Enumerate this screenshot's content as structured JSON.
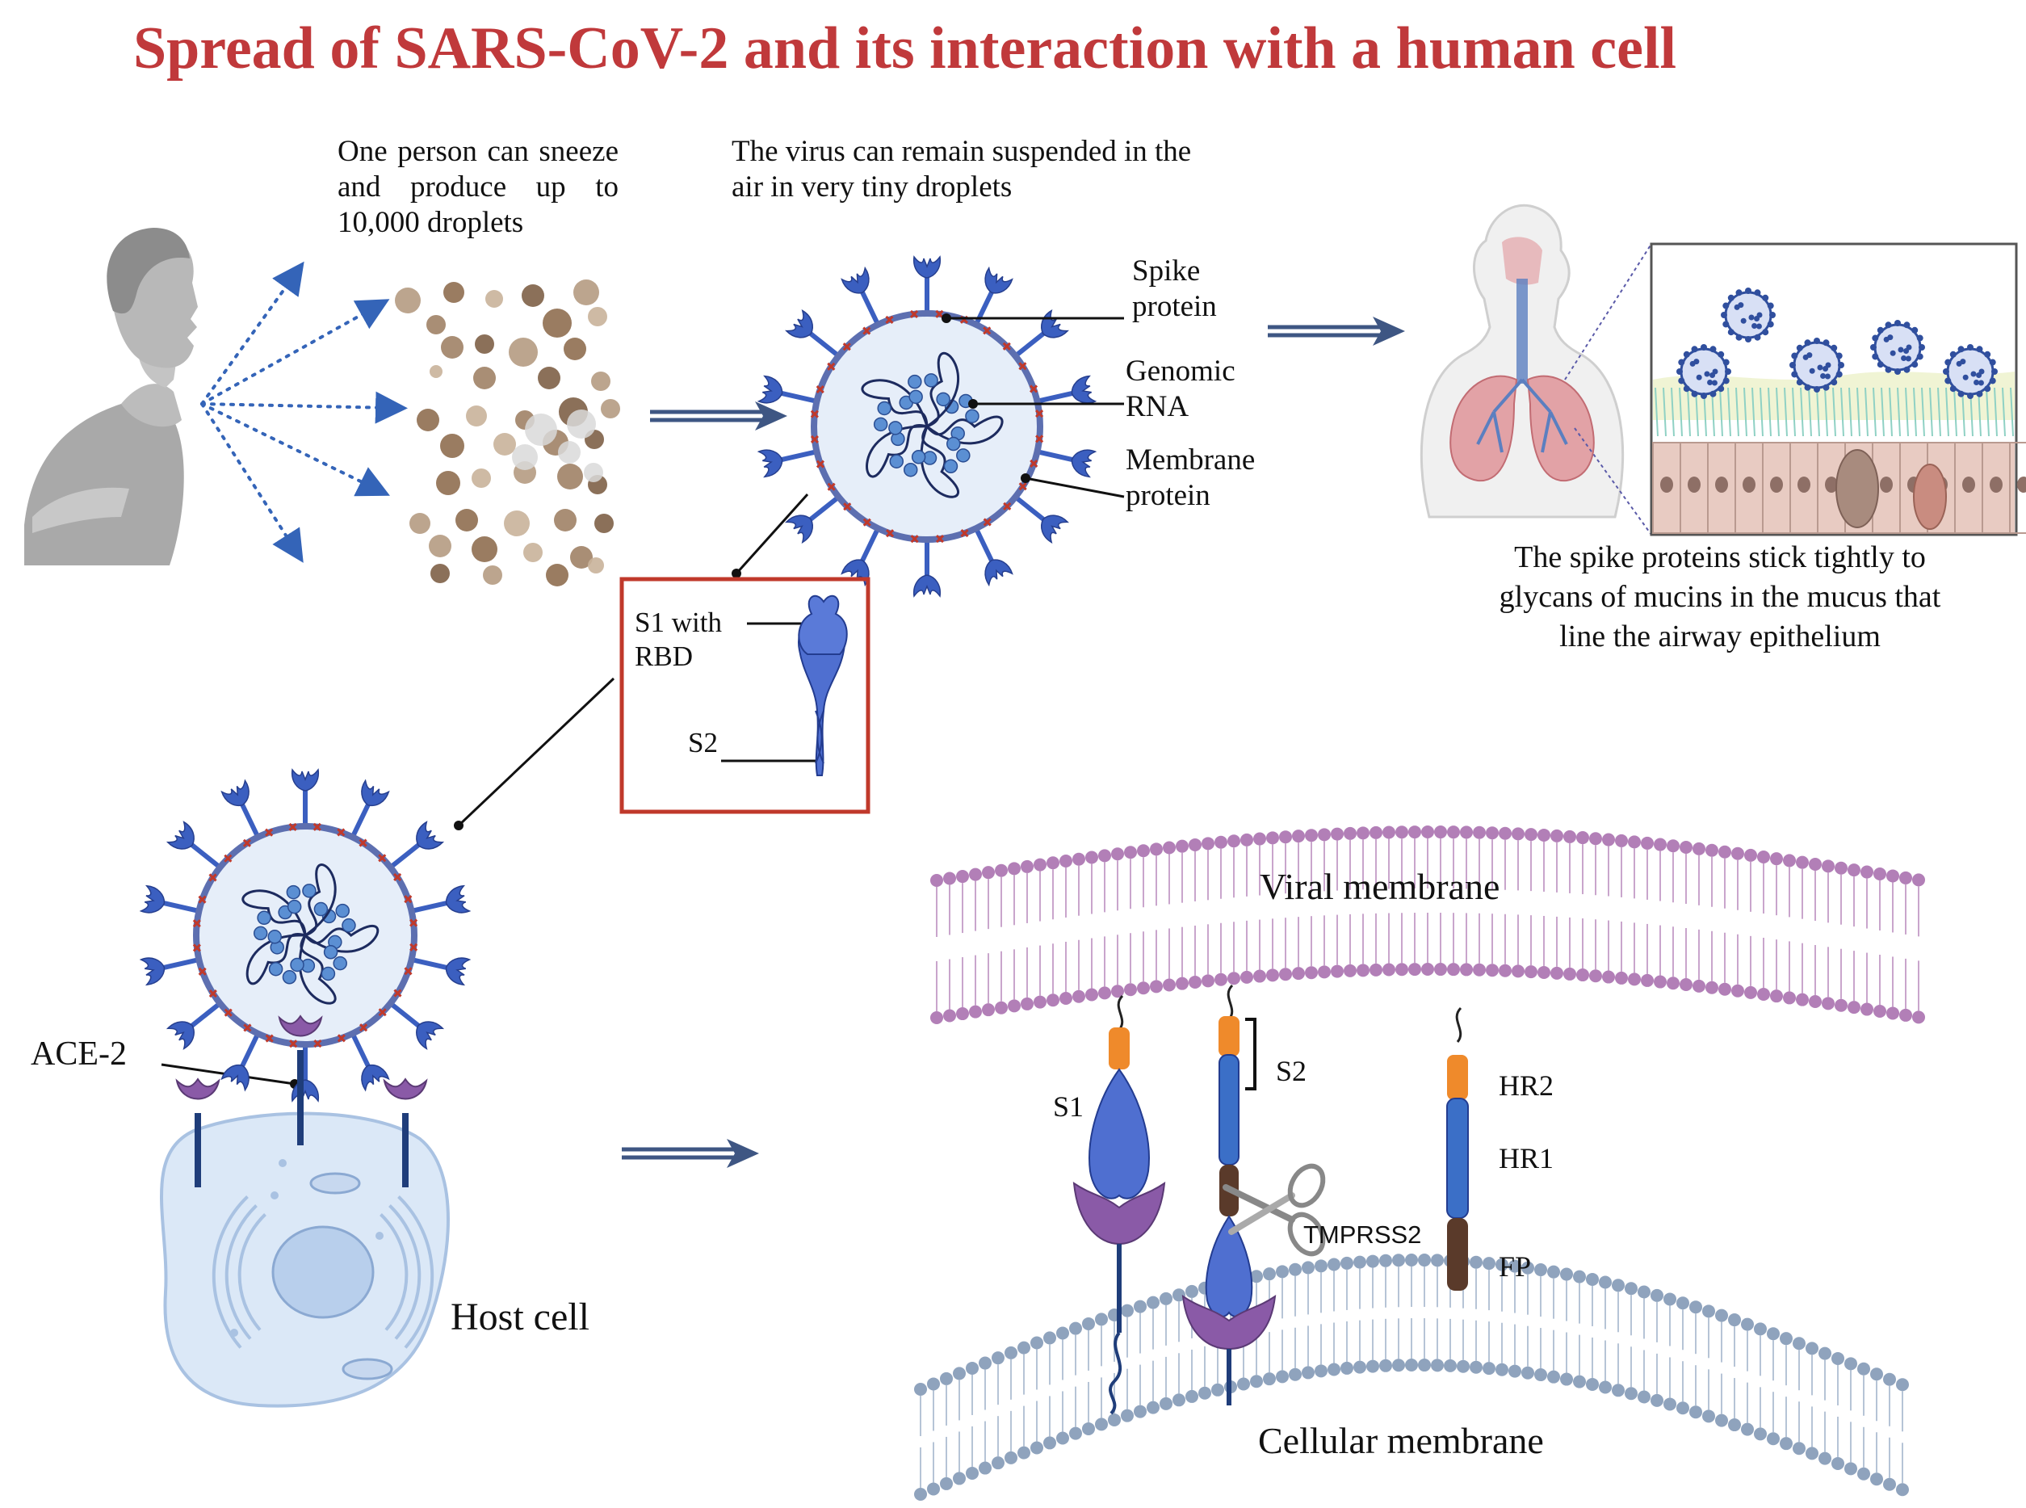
{
  "title": "Spread of SARS-CoV-2 and its interaction with a human cell",
  "labels": {
    "sneeze": "One person can sneeze and produce up to 10,000 droplets",
    "suspended": "The virus can remain suspended in the air in very tiny droplets",
    "spike_protein": "Spike protein",
    "genomic_rna": "Genomic RNA",
    "membrane_protein": "Membrane protein",
    "mucins": "The spike proteins stick tightly to glycans of mucins in the mucus that line the airway epithelium",
    "s1_rbd": "S1 with RBD",
    "s2_inset": "S2",
    "ace2": "ACE-2",
    "host_cell": "Host cell",
    "viral_membrane": "Viral membrane",
    "cellular_membrane": "Cellular membrane",
    "s1": "S1",
    "s2": "S2",
    "tmprss2": "TMPRSS2",
    "hr2": "HR2",
    "hr1": "HR1",
    "fp": "FP"
  },
  "colors": {
    "title": "#c0393b",
    "arrow": "#3e5683",
    "virus_spike": "#3b5fc0",
    "virus_membrane": "#5d6fb0",
    "virus_inner": "#e6eef9",
    "rna": "#1d2b5f",
    "membrane_protein": "#c0392b",
    "droplet": "#a4866a",
    "person": "#9b9b9b",
    "inset_border": "#c0392b",
    "receptor": "#8a5aa7",
    "stalk": "#1f3d7a",
    "host_cell": "#dbe8f7",
    "viral_bilayer": "#b27fb7",
    "cell_bilayer": "#8fa3bd",
    "hr2": "#ef8a2b",
    "hr1": "#3b6fc7",
    "fp": "#5a3a2a",
    "lung": "#e2a2a6",
    "epithelium": "#e8cbc2"
  },
  "icons": [
    "person-sneezing-icon",
    "droplets-icon",
    "virus-icon",
    "human-torso-icon",
    "lungs-icon",
    "airway-epithelium-icon",
    "spike-protein-icon",
    "host-cell-icon",
    "scissors-icon"
  ]
}
